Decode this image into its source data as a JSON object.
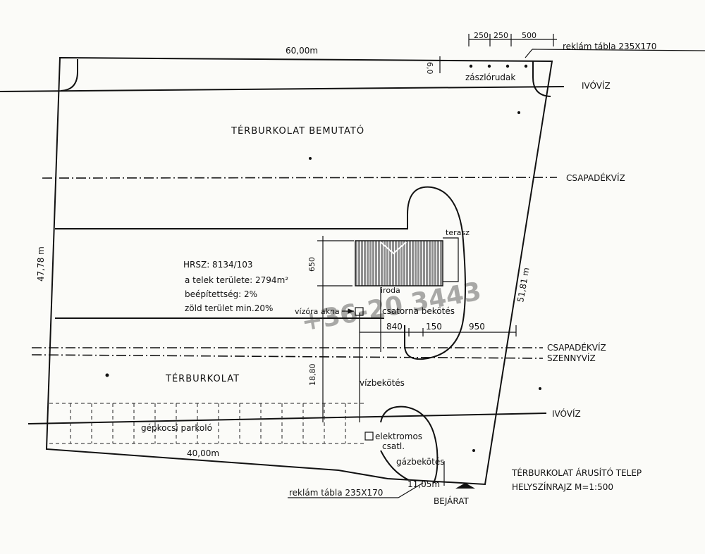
{
  "dimensions": {
    "top_width": "60,00m",
    "left_height": "47,78 m",
    "right_height": "51,81 m",
    "bottom_width": "40,00m",
    "gate_width": "11,05m",
    "flag_spacing_1": "250",
    "flag_spacing_2": "250",
    "flag_spacing_3": "500",
    "top_offset": "6,0",
    "building_depth": "650",
    "building_to_road": "18,80",
    "dim_a": "840",
    "dim_b": "150",
    "dim_c": "950"
  },
  "labels": {
    "sign_top": "reklám tábla 235X170",
    "sign_bottom": "reklám tábla 235X170",
    "flagpoles": "zászlórudak",
    "drinking_water_1": "IVÓVÍZ",
    "drinking_water_2": "IVÓVÍZ",
    "storm_water_1": "CSAPADÉKVÍZ",
    "storm_water_2": "CSAPADÉKVÍZ",
    "sewage": "SZENNYVÍZ",
    "paving_showroom": "TÉRBURKOLAT BEMUTATÓ",
    "paving": "TÉRBURKOLAT",
    "terrace": "terasz",
    "building": "iroda",
    "water_meter_pit": "vízóra akna",
    "sewer_connection": "csatorna bekötés",
    "water_connection": "vízbekötés",
    "car_parking": "gépkocsi parkoló",
    "electric_line1": "elektromos",
    "electric_line2": "csatl.",
    "gas_connection": "gázbekötés",
    "entrance": "BEJÁRAT",
    "title_line1": "TÉRBURKOLAT ÁRUSÍTÓ TELEP",
    "title_line2": "HELYSZÍNRAJZ  M=1:500",
    "watermark": "+36-20 3443"
  },
  "plot_info": {
    "hrsz": "HRSZ: 8134/103",
    "area": "a telek területe: 2794m²",
    "built_ratio": "beépítettség: 2%",
    "green_area": "zöld terület min.20%"
  },
  "colors": {
    "ink": "#111111",
    "paper": "#fbfbf8",
    "building_hatch": "#333333"
  }
}
